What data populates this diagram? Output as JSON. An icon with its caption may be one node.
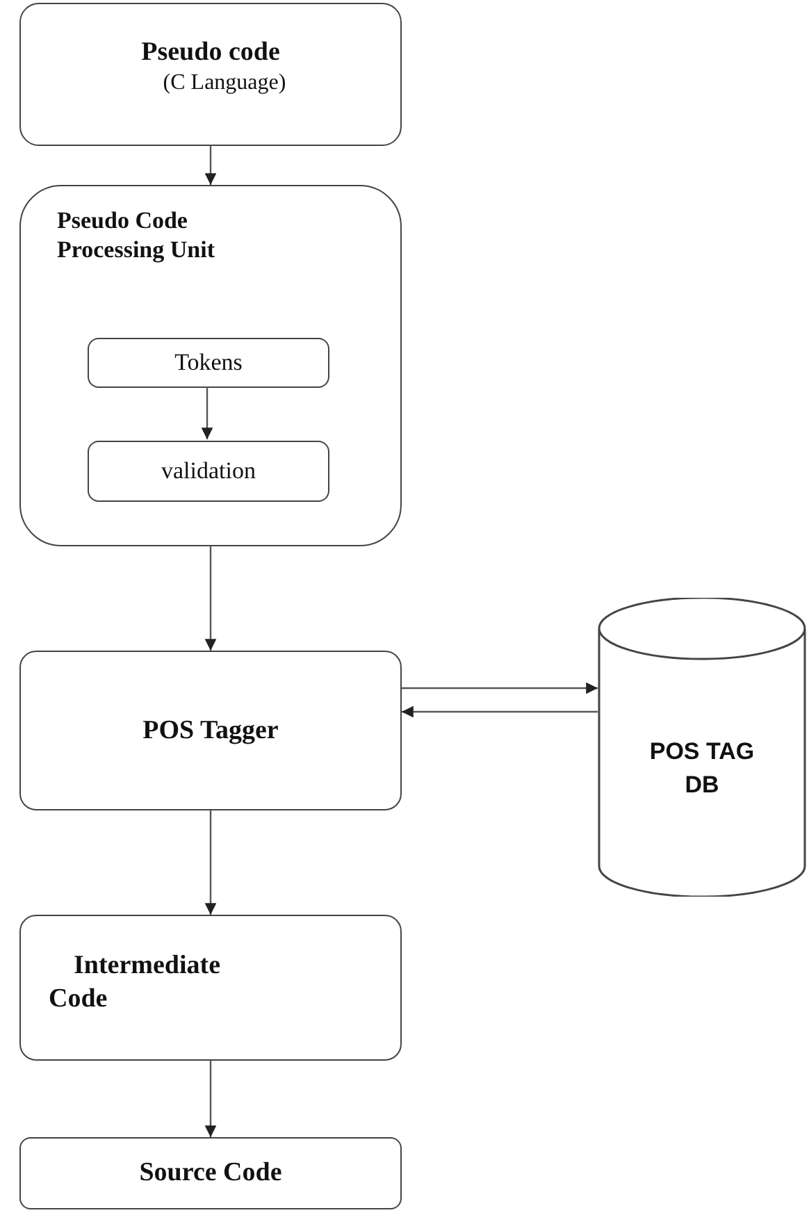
{
  "diagram": {
    "nodes": [
      {
        "text": [
          "Pseudo code",
          "(C Language)"
        ]
      },
      {
        "text": [
          "Pseudo Code Processing Unit"
        ]
      },
      {
        "text": [
          "Tokens"
        ],
        "in": 1
      },
      {
        "text": [
          "validation"
        ],
        "in": 1
      },
      {
        "text": [
          "POS Tagger"
        ]
      },
      {
        "text": [
          "POS TAG DB"
        ]
      },
      {
        "text": [
          "Intermediate Code"
        ]
      },
      {
        "text": [
          "Source Code"
        ]
      }
    ],
    "edges": [
      {
        "from": 0,
        "to": 1,
        "arrow": "to"
      },
      {
        "from": 2,
        "to": 3,
        "arrow": "to"
      },
      {
        "from": 1,
        "to": 4,
        "arrow": "to"
      },
      {
        "from": 4,
        "to": 5,
        "arrow": "to"
      },
      {
        "from": 5,
        "to": 4,
        "arrow": "to"
      },
      {
        "from": 4,
        "to": 6,
        "arrow": "to"
      },
      {
        "from": 6,
        "to": 7,
        "arrow": "to"
      }
    ]
  }
}
